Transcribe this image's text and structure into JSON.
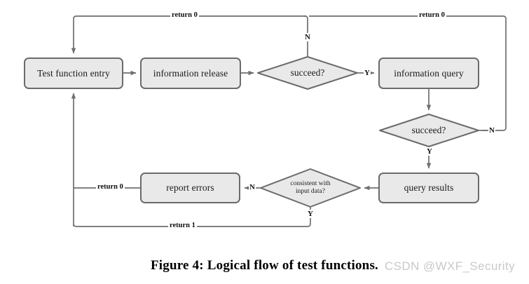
{
  "figure": {
    "caption": "Figure 4: Logical flow of test functions.",
    "watermark": "CSDN @WXF_Security",
    "colors": {
      "node_fill": "#e9e9e9",
      "node_stroke": "#6b6b6b",
      "edge_stroke": "#6f6f6f",
      "text": "#1a1a1a",
      "watermark": "#c9c9c9"
    }
  },
  "nodes": {
    "test_function_entry": {
      "label": "Test function entry",
      "shape": "process"
    },
    "information_release": {
      "label": "information release",
      "shape": "process"
    },
    "succeed_release": {
      "label": "succeed?",
      "shape": "decision"
    },
    "information_query": {
      "label": "information query",
      "shape": "process"
    },
    "succeed_query": {
      "label": "succeed?",
      "shape": "decision"
    },
    "query_results": {
      "label": "query results",
      "shape": "process"
    },
    "consistent_check": {
      "label_line1": "consistent with",
      "label_line2": "input data?",
      "shape": "decision"
    },
    "report_errors": {
      "label": "report errors",
      "shape": "process"
    }
  },
  "edges": {
    "return0_top_left": "return 0",
    "return0_top_right": "return 0",
    "return0_report": "return 0",
    "return1_bottom": "return 1",
    "branch_release_no": "N",
    "branch_release_yes": "Y",
    "branch_query_no": "N",
    "branch_query_yes": "Y",
    "branch_consistent_no": "N",
    "branch_consistent_yes": "Y"
  }
}
